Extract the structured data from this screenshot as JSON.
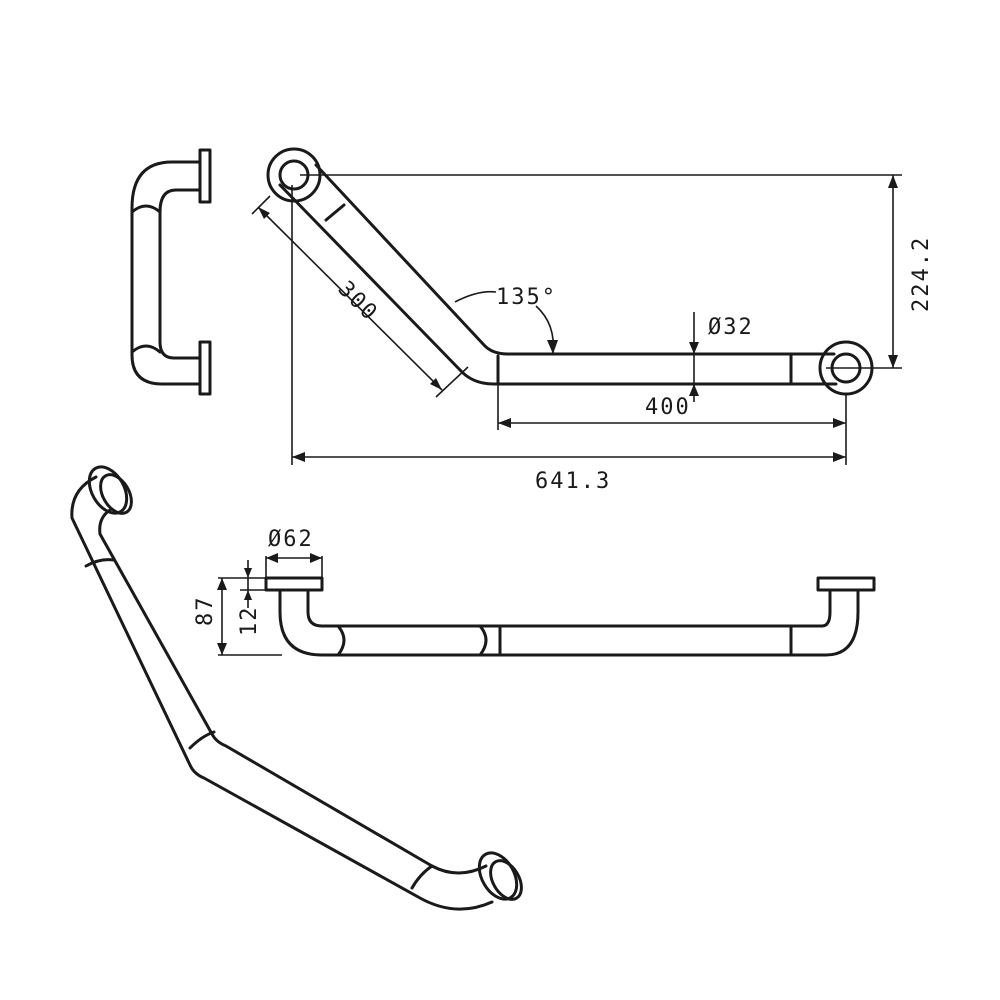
{
  "dimensions": {
    "leg_length": "300",
    "angle": "135°",
    "tube_diameter": "Ø32",
    "height": "224.2",
    "straight_length": "400",
    "overall_length": "641.3",
    "flange_diameter": "Ø62",
    "projection": "87",
    "flange_thickness": "12"
  },
  "colors": {
    "line": "#1a1a1a",
    "background": "#ffffff"
  }
}
